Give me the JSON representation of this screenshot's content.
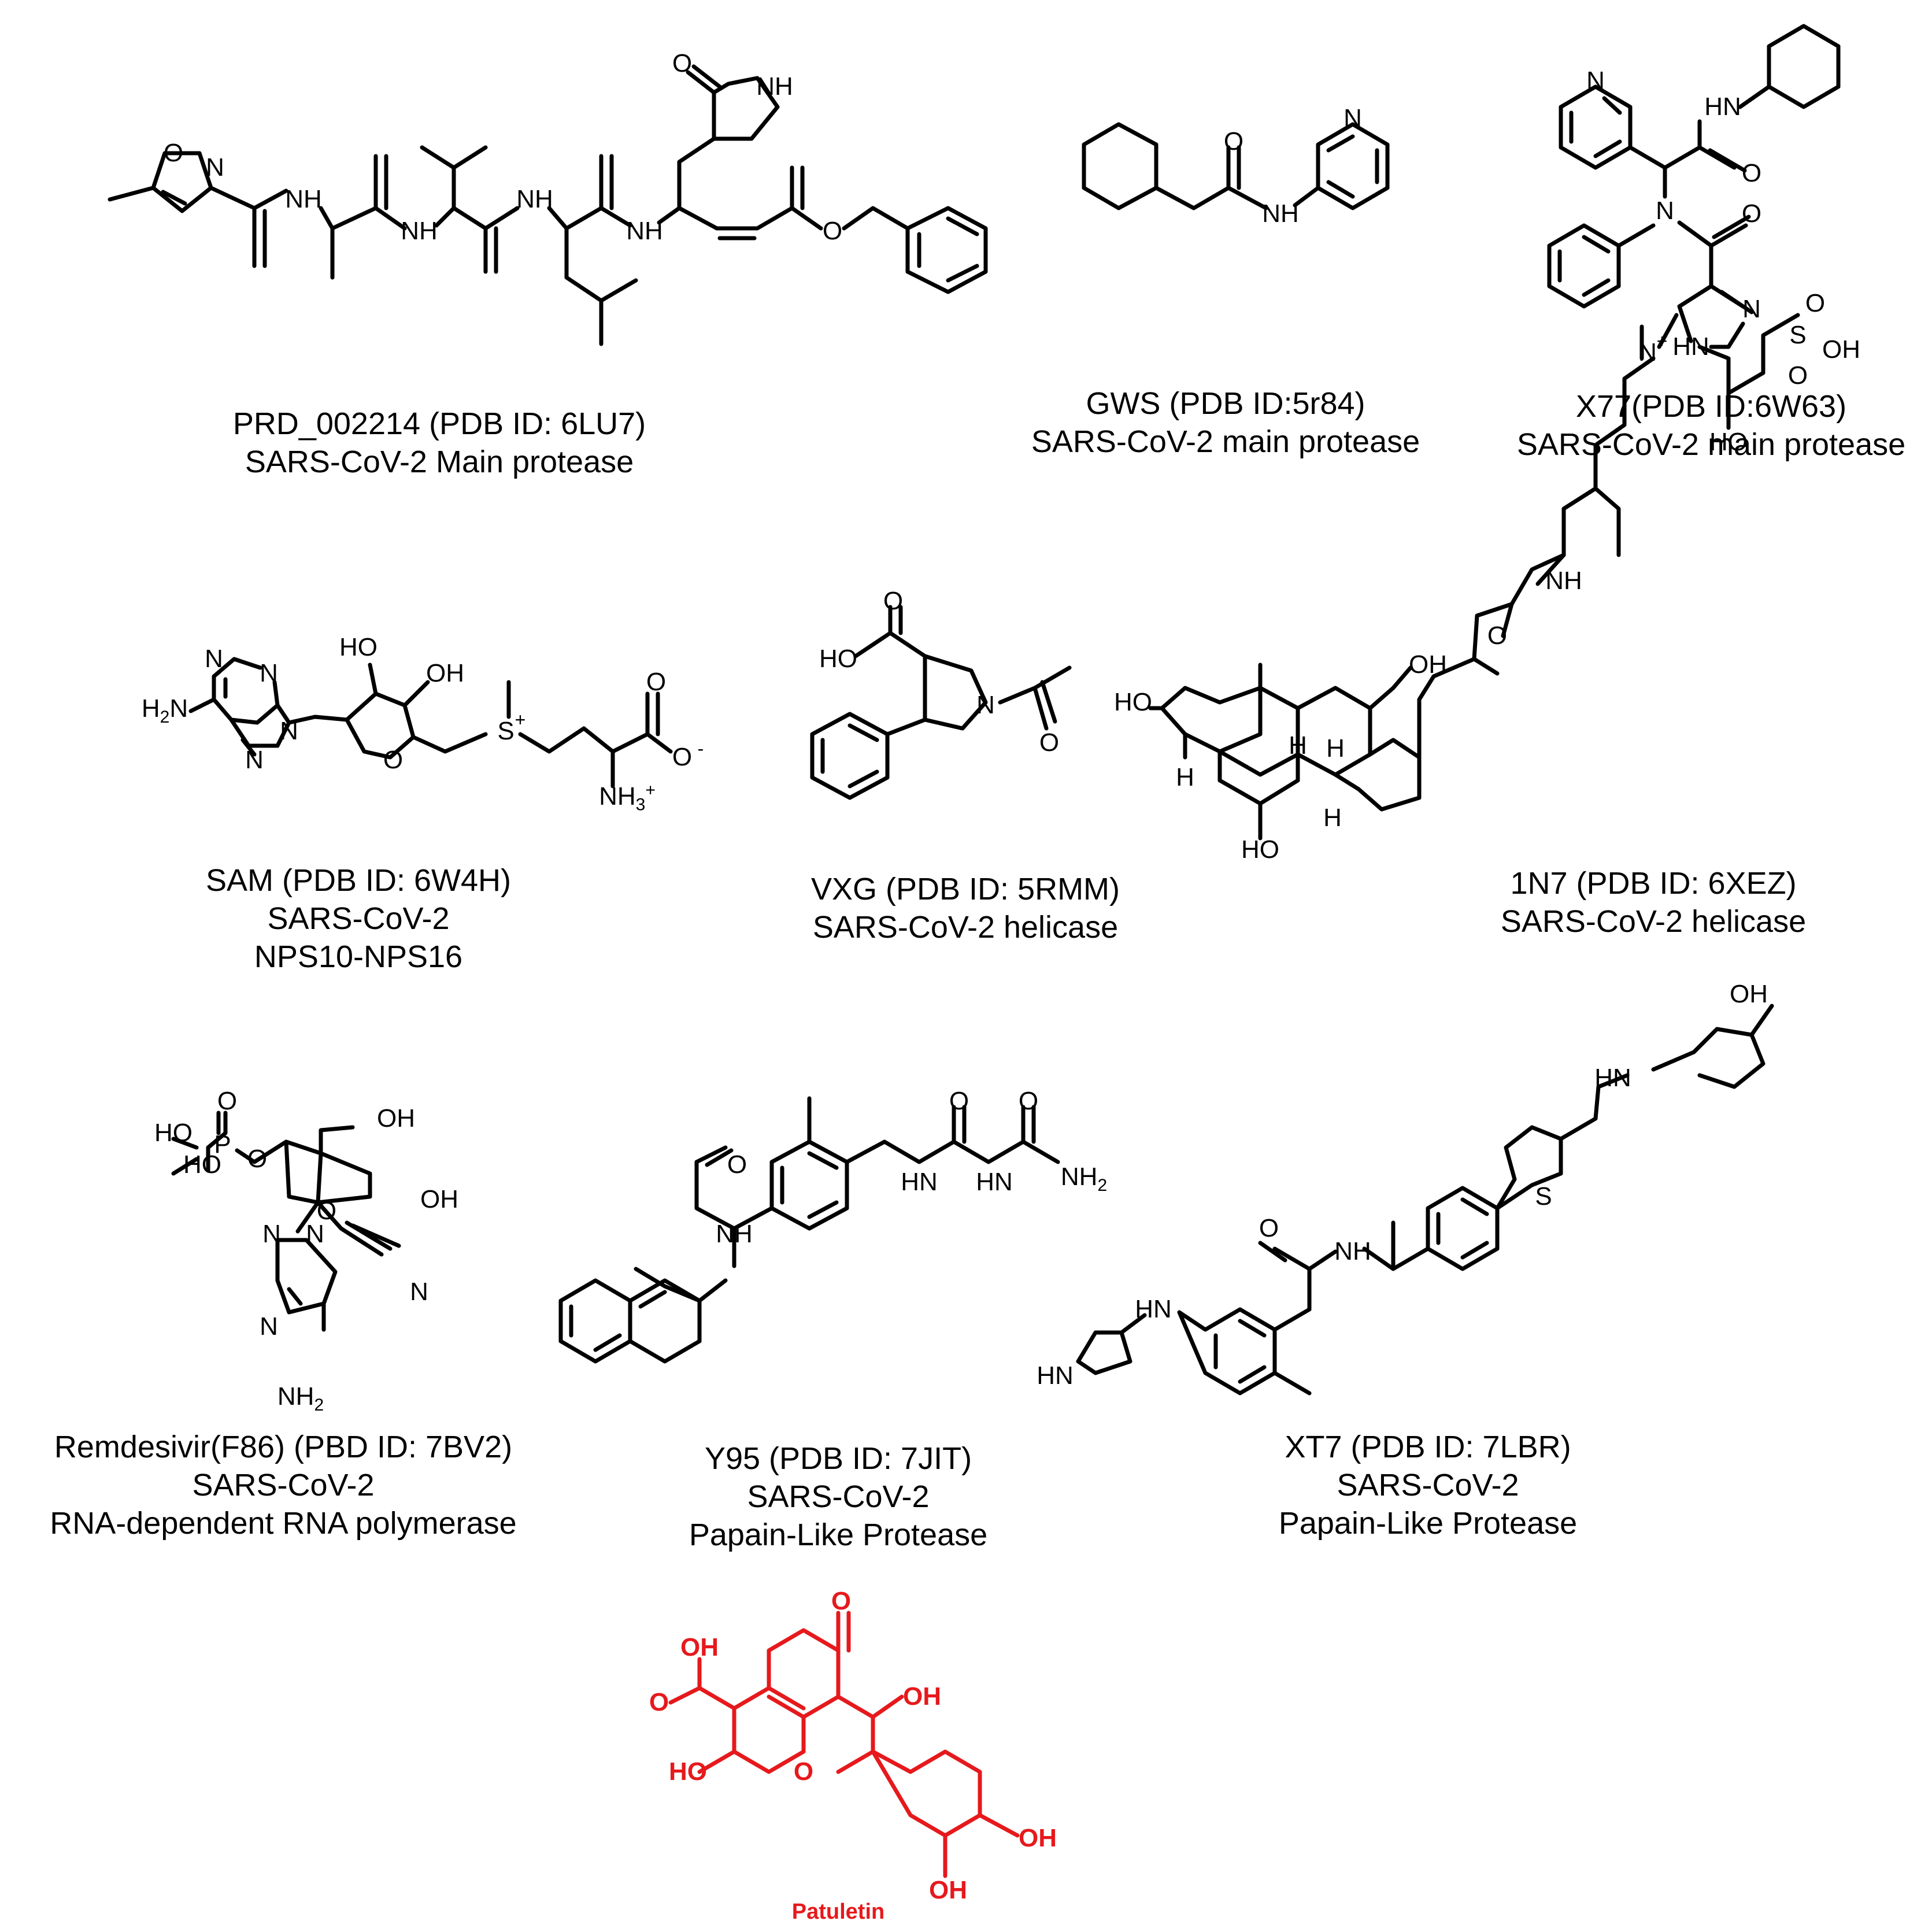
{
  "compounds": [
    {
      "id": "prd",
      "name": "PRD_002214 (PDB ID: 6LU7)",
      "target": "SARS-CoV-2 Main protease"
    },
    {
      "id": "gws",
      "name": "GWS (PDB ID:5r84)",
      "target": "SARS-CoV-2 main protease"
    },
    {
      "id": "x77",
      "name": "X77(PDB ID:6W63)",
      "target": "SARS-CoV-2 main protease"
    },
    {
      "id": "sam",
      "name": "SAM (PDB ID: 6W4H)",
      "target": "SARS-CoV-2",
      "target2": "NPS10-NPS16"
    },
    {
      "id": "vxg",
      "name": "VXG (PDB ID: 5RMM)",
      "target": "SARS-CoV-2 helicase"
    },
    {
      "id": "1n7",
      "name": "1N7 (PDB ID: 6XEZ)",
      "target": "SARS-CoV-2 helicase"
    },
    {
      "id": "rem",
      "name": "Remdesivir(F86) (PBD ID: 7BV2)",
      "target": "SARS-CoV-2",
      "target2": "RNA-dependent RNA polymerase"
    },
    {
      "id": "y95",
      "name": "Y95 (PDB ID: 7JIT)",
      "target": "SARS-CoV-2",
      "target2": "Papain-Like Protease"
    },
    {
      "id": "xt7",
      "name": "XT7 (PDB ID: 7LBR)",
      "target": "SARS-CoV-2",
      "target2": "Papain-Like Protease"
    },
    {
      "id": "pat",
      "name": "Patuletin"
    }
  ],
  "atoms": {
    "o": "O",
    "n": "N",
    "nh": "NH",
    "hn": "HN",
    "h": "H",
    "oh": "OH",
    "ho": "HO",
    "s": "S",
    "p": "P",
    "nh2": "NH",
    "nh2_sub": "2",
    "h2n": "H",
    "h2n_sub": "2",
    "h2n_n": "N",
    "nh3": "NH",
    "nh3_sub": "3",
    "plus": "+",
    "minus": "-",
    "o_minus": "O"
  },
  "colors": {
    "highlight": "#e6191c",
    "ink": "#000000"
  }
}
